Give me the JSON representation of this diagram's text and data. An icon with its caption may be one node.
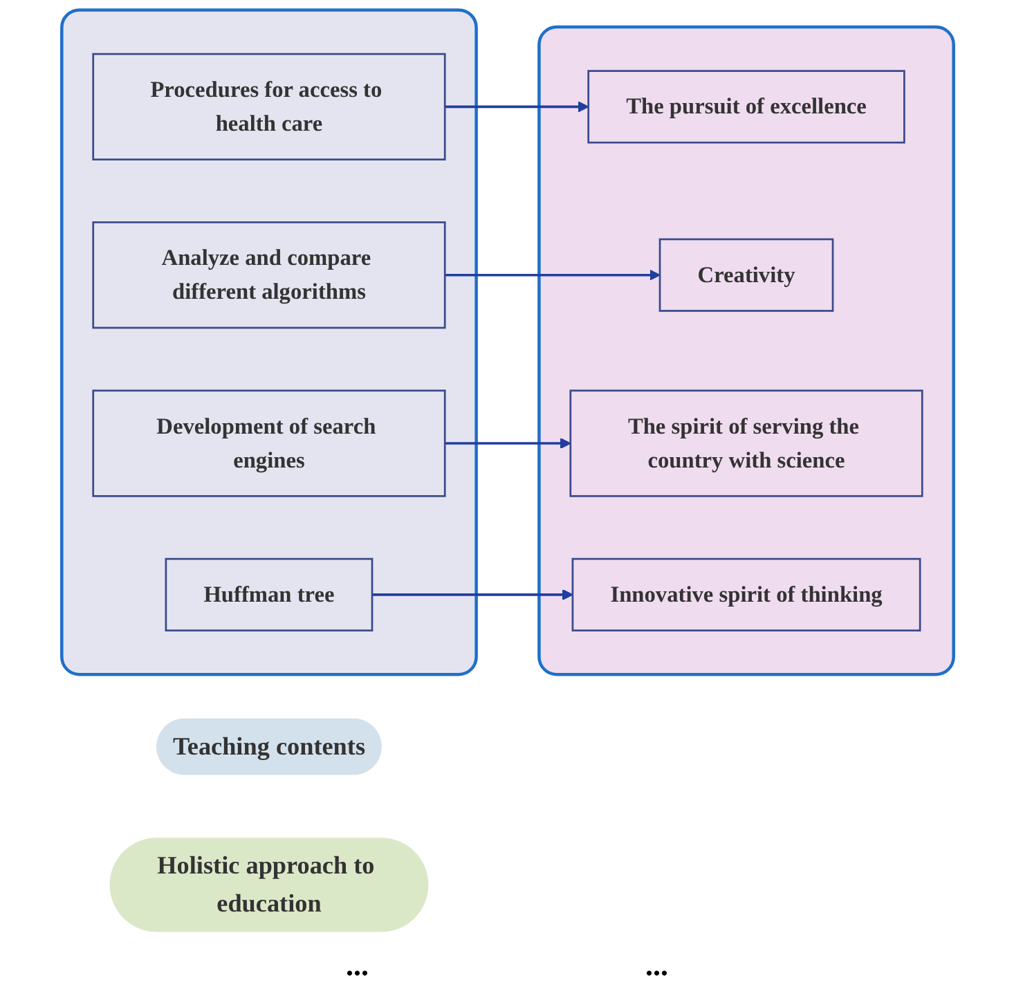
{
  "diagram": {
    "nodes": [
      {
        "text": [
          "Teaching contents"
        ]
      },
      {
        "text": [
          "Holistic approach to education"
        ]
      },
      {
        "text": [],
        "shape": "box"
      },
      {
        "text": [
          "Procedures for access to health care"
        ],
        "in": 2
      },
      {
        "text": [
          "Analyze and compare different algorithms"
        ],
        "in": 2
      },
      {
        "text": [
          "Development of search engines"
        ],
        "in": 2
      },
      {
        "text": [
          "Huffman tree"
        ],
        "in": 2
      },
      {
        "text": [],
        "shape": "box"
      },
      {
        "text": [
          "The pursuit of excellence"
        ],
        "in": 7
      },
      {
        "text": [
          "Creativity"
        ],
        "in": 7
      },
      {
        "text": [
          "The spirit of serving the country with science"
        ],
        "in": 7
      },
      {
        "text": [
          "Innovative spirit of thinking"
        ],
        "in": 7
      }
    ],
    "edges": [
      {
        "from": 3,
        "to": 8,
        "arrow": "to"
      },
      {
        "from": 4,
        "to": 9,
        "arrow": "to"
      },
      {
        "from": 5,
        "to": 10,
        "arrow": "to"
      },
      {
        "from": 6,
        "to": 11,
        "arrow": "to"
      }
    ],
    "labels": [
      "...",
      "..."
    ]
  }
}
